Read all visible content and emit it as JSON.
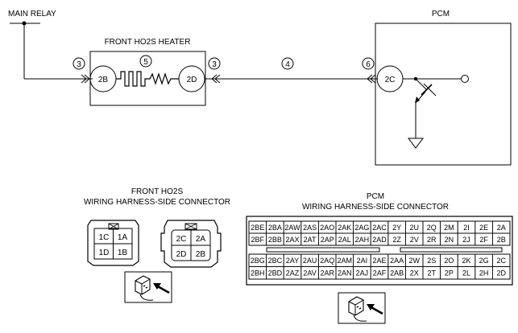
{
  "labels": {
    "main_relay": "MAIN RELAY",
    "pcm": "PCM",
    "heater_title": "FRONT HO2S HEATER",
    "circle_3a": "3",
    "circle_5": "5",
    "circle_3b": "3",
    "circle_4": "4",
    "circle_6": "6"
  },
  "terminals": {
    "heater_left": "2B",
    "heater_right": "2D",
    "pcm_term": "2C"
  },
  "ho2s_connector": {
    "title_line1": "FRONT HO2S",
    "title_line2": "WIRING HARNESS-SIDE CONNECTOR",
    "left_pins": [
      "1C",
      "1A",
      "1D",
      "1B"
    ],
    "right_pins": [
      "2C",
      "2A",
      "2D",
      "2B"
    ]
  },
  "pcm_connector": {
    "title_line1": "PCM",
    "title_line2": "WIRING HARNESS-SIDE CONNECTOR",
    "rows": [
      [
        "2BE",
        "2BA",
        "2AW",
        "2AS",
        "2AO",
        "2AK",
        "2AG",
        "2AC",
        "2Y",
        "2U",
        "2Q",
        "2M",
        "2I",
        "2E",
        "2A"
      ],
      [
        "2BF",
        "2BB",
        "2AX",
        "2AT",
        "2AP",
        "2AL",
        "2AH",
        "2AD",
        "2Z",
        "2V",
        "2R",
        "2N",
        "2J",
        "2F",
        "2B"
      ],
      [
        "2BG",
        "2BC",
        "2AY",
        "2AU",
        "2AQ",
        "2AM",
        "2AI",
        "2AE",
        "2AA",
        "2W",
        "2S",
        "2O",
        "2K",
        "2G",
        "2C"
      ],
      [
        "2BH",
        "2BD",
        "2AZ",
        "2AV",
        "2AR",
        "2AN",
        "2AJ",
        "2AF",
        "2AB",
        "2X",
        "2T",
        "2P",
        "2L",
        "2H",
        "2D"
      ]
    ]
  }
}
